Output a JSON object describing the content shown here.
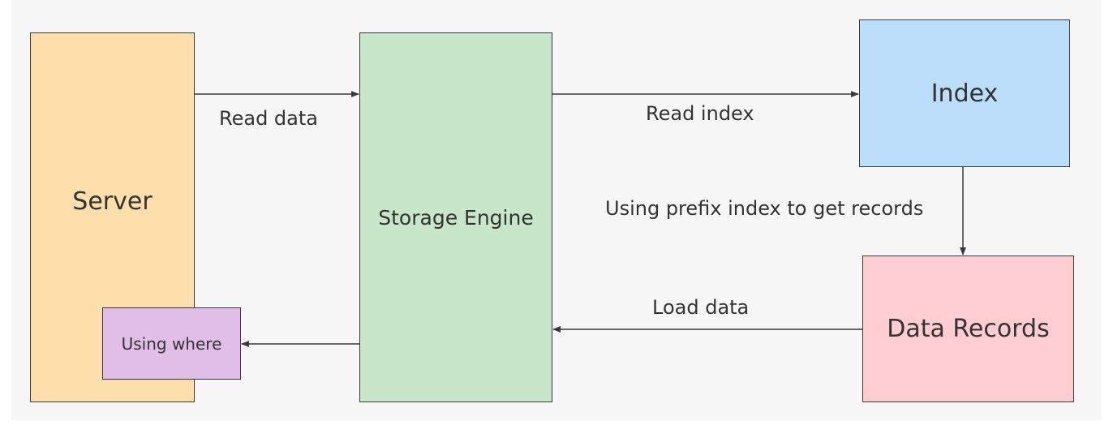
{
  "nodes": {
    "server": "Server",
    "storage_engine": "Storage Engine",
    "index": "Index",
    "data_records": "Data Records",
    "using_where": "Using where"
  },
  "edges": {
    "read_data": "Read data",
    "read_index": "Read index",
    "prefix_index": "Using prefix index to get records",
    "load_data": "Load data"
  },
  "colors": {
    "background": "#f7f7f7",
    "server": "#fddfab",
    "storage_engine": "#c8e6c9",
    "index": "#bbdefb",
    "data_records": "#ffcdd2",
    "using_where": "#e1bee7",
    "stroke": "#3a3a3a"
  }
}
